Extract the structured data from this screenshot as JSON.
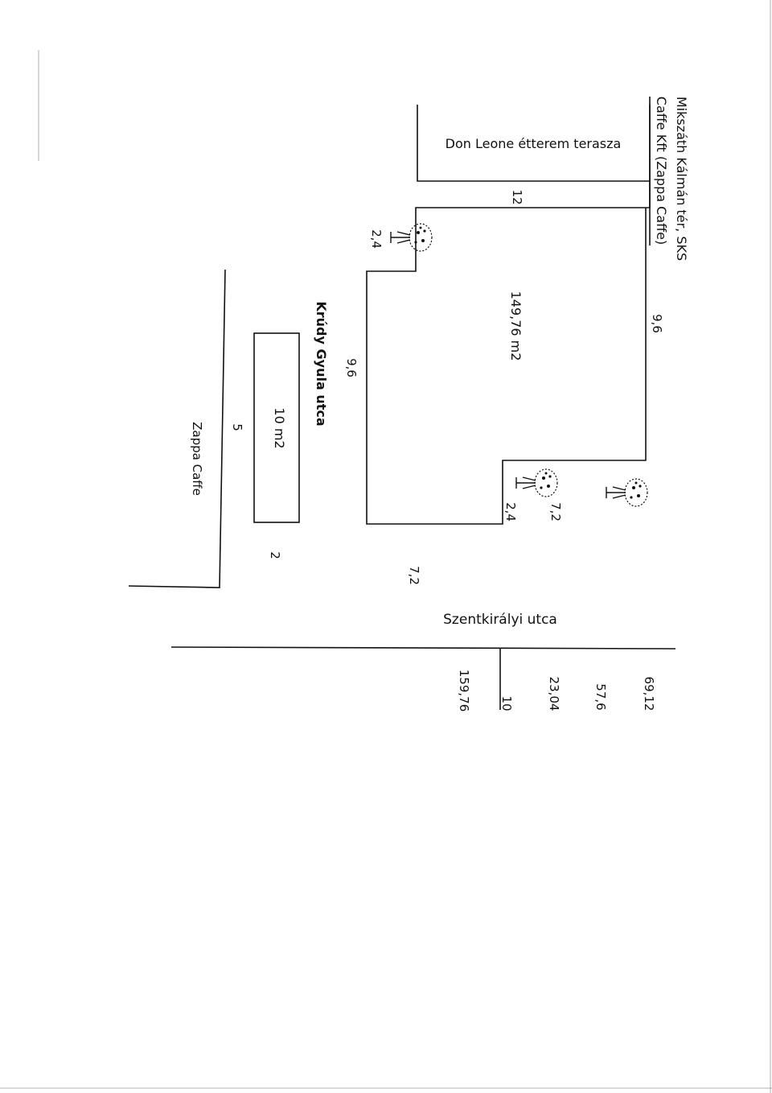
{
  "plan": {
    "title_line1": "Mikszáth Kálmán tér, SKS",
    "title_line2": "Caffe Kft (Zappa Caffe)",
    "don_leone": "Don Leone étterem terasza",
    "main_area": "149,76 m2",
    "small_area": "10 m2",
    "street_krudy": "Krúdy Gyula utca",
    "street_szentkiralyi": "Szentkirályi utca",
    "zappa": "Zappa Caffe",
    "dims": {
      "d12": "12",
      "d96_top": "9,6",
      "d96_left": "9,6",
      "d24_top": "2,4",
      "d24_bottom": "2,4",
      "d72_tree": "7,2",
      "d72_bottom": "7,2",
      "d5": "5",
      "d2": "2"
    },
    "totals": {
      "t1": "159,76",
      "t2": "10",
      "t3": "23,04",
      "t4": "57,6",
      "t5": "69,12"
    }
  }
}
